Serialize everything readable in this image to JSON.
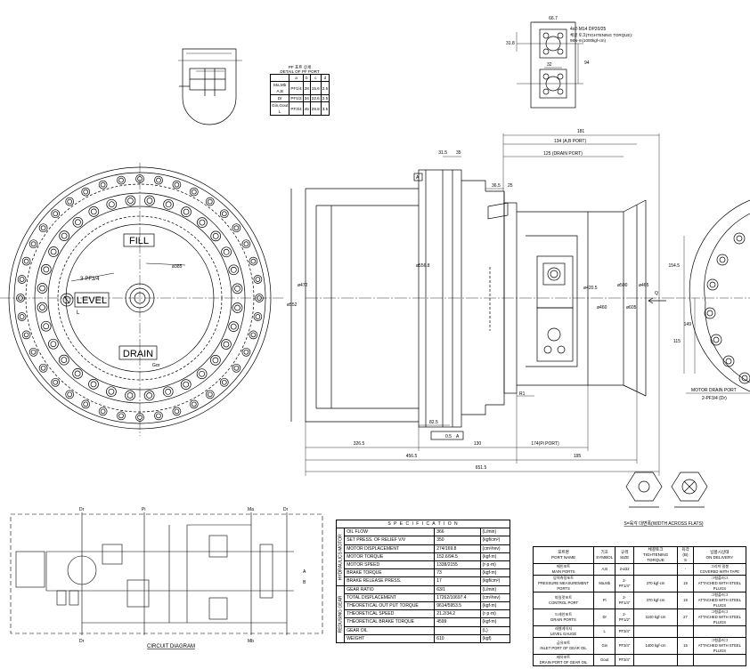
{
  "front_view": {
    "fill": "FILL",
    "level": "LEVEL",
    "drain": "DRAIN",
    "plug_callout": "3-PF3/4",
    "l_mark": "L",
    "gear_oil_mark": "Gαr",
    "diameter": "ø385"
  },
  "section_view": {
    "dims": {
      "d181": "181",
      "d134": "134 (A,B PORT)",
      "d125": "125 (DRAIN PORT)",
      "d31_5": "31.5",
      "d35": "35",
      "d36_5": "36.5",
      "d25": "25",
      "d472": "ø472",
      "d552": "ø552",
      "d556": "ø556.8",
      "d420": "ø420.5",
      "d500": "ø500",
      "d465": "ø465",
      "d460": "ø460",
      "d605": "ø605",
      "r1": "R1",
      "d82_5": "82.5",
      "d326_5": "326.5",
      "d130": "130",
      "d174": "174(Pi PORT)",
      "d456_5": "456.5",
      "d195": "195",
      "d651_5": "651.5",
      "flatness": "0.5",
      "datum": "A",
      "q": "Q"
    }
  },
  "side_view": {
    "d154_5": "154.5",
    "d149": "149",
    "d115": "115",
    "note_title": "MOTOR DRAIN PORT",
    "note_text": "2-PF3/4 (Dr)"
  },
  "top_detail": {
    "d66_7": "66.7",
    "d31_8": "31.8",
    "d32": "32",
    "d94": "94",
    "note1": "4x2-M14 DP20/25",
    "note2": "체결 토크(TIGHTENING TORQUE):",
    "note3": "98N-m(1000kgf-cm)"
  },
  "pf_detail": {
    "title": "PF 포트 상세",
    "subtitle": "DETAIL OF PF PORT",
    "headers": [
      "",
      "a",
      "b",
      "c",
      "d"
    ],
    "rows": [
      [
        "Ma,Mb\nA,B",
        "PF1/4",
        "28",
        "15.6",
        "2.5"
      ],
      [
        "Dr",
        "PF1/2",
        "34",
        "22.6",
        "2.5"
      ],
      [
        "Gin,Gout\nL",
        "PF3/4",
        "45",
        "29.8",
        "3.5"
      ]
    ]
  },
  "flats_label": "S=육각 대변폭(WIDTH ACROSS FLATS)",
  "circuit": {
    "title": "CIRCUIT DIAGRAM",
    "labels": [
      "Dr",
      "Pi",
      "Ma",
      "Dr",
      "Dr",
      "Mb",
      "A",
      "B"
    ]
  },
  "spec": {
    "title": "S P E C I F I C A T I O N",
    "motor_label": "HYDRAULICS MOTOR",
    "gear_label": "REDUSING GEAR",
    "motor_rows": [
      [
        "OIL FLOW",
        "366",
        "(L/min)"
      ],
      [
        "SET PRESS. OF RELIEF V/V",
        "350",
        "(kgf/cm²)"
      ],
      [
        "MOTOR DISPLACEMENT",
        "274/169.8",
        "(cm³/rev)"
      ],
      [
        "MOTOR TORQUE",
        "152.6/94.5",
        "(kgf·m)"
      ],
      [
        "MOTOR SPEED",
        "1338/2155",
        "(r·p·m)"
      ],
      [
        "BRAKE TORQUE",
        "73",
        "(kgf·m)"
      ],
      [
        "BRAKE RELEASE PRESS.",
        "17",
        "(kgf/cm²)"
      ]
    ],
    "gear_rows": [
      [
        "GEAR RATIO",
        "63/1",
        "(L/min)"
      ],
      [
        "TOTAL DISPLACEMENT",
        "17262/10697.4",
        "(cm³/rev)"
      ],
      [
        "THEORETICAL OUT PUT TORQUE",
        "9614/5953.5",
        "(kgf·m)"
      ],
      [
        "THEORETICAL SPEED",
        "21.2/34.2",
        "(r·p·m)"
      ],
      [
        "THEORETICAL BRAKE TORQUE",
        "4599",
        "(kgf·m)"
      ],
      [
        "GEAR OIL",
        "",
        "(L)"
      ],
      [
        "WEIGHT",
        "610",
        "(kgf)"
      ]
    ]
  },
  "ports": {
    "headers": [
      [
        "포트명",
        "PORT NAME"
      ],
      [
        "기호",
        "SYMBOL"
      ],
      [
        "규격",
        "SIZE"
      ],
      [
        "체결토크",
        "TIGHTENING TORQUE"
      ],
      [
        "육각(B)",
        "S"
      ],
      [
        "납품시상태",
        "ON DELIVERY"
      ]
    ],
    "rows": [
      [
        "메인포트\nMAIN PORTS",
        "A,B",
        "2-ø32",
        "",
        "-",
        "그리져 밀봉\nCOVERED WITH TAPE"
      ],
      [
        "압력측정포트\nPRESSURE MEASUREMENT PORTS",
        "Ma,Mb",
        "2-PF1/4\"",
        "370  kgf-cm",
        "19",
        "그형플러그\nATTACHED WITH STEEL PLUGS"
      ],
      [
        "파일럿포트\nCONTROL PORT",
        "Pi",
        "2-PF1/4\"",
        "370  kgf-cm",
        "19",
        "그형플러그\nATTACHED WITH STEEL PLUGS"
      ],
      [
        "드레인포트\nDRAIN PORTS",
        "Dr",
        "2-PF1/2\"",
        "1100  kgf-cm",
        "27",
        "그형플러그\nATTACHED WITH STEEL PLUGS"
      ],
      [
        "레벨게이지\nLEVEL GAUGE",
        "L",
        "PF3/4\"",
        "",
        "",
        ""
      ],
      [
        "급유포트\nINLET PORT OF GEAR OIL",
        "Gin",
        "PF3/4\"",
        "1400  kgf-cm",
        "15",
        "그형플러그\nATTACHED WITH STEEL PLUGS"
      ],
      [
        "배유포트\nDRAIN PORT OF GEAR OIL",
        "Gout",
        "PF3/4\"",
        "",
        "",
        ""
      ]
    ]
  }
}
